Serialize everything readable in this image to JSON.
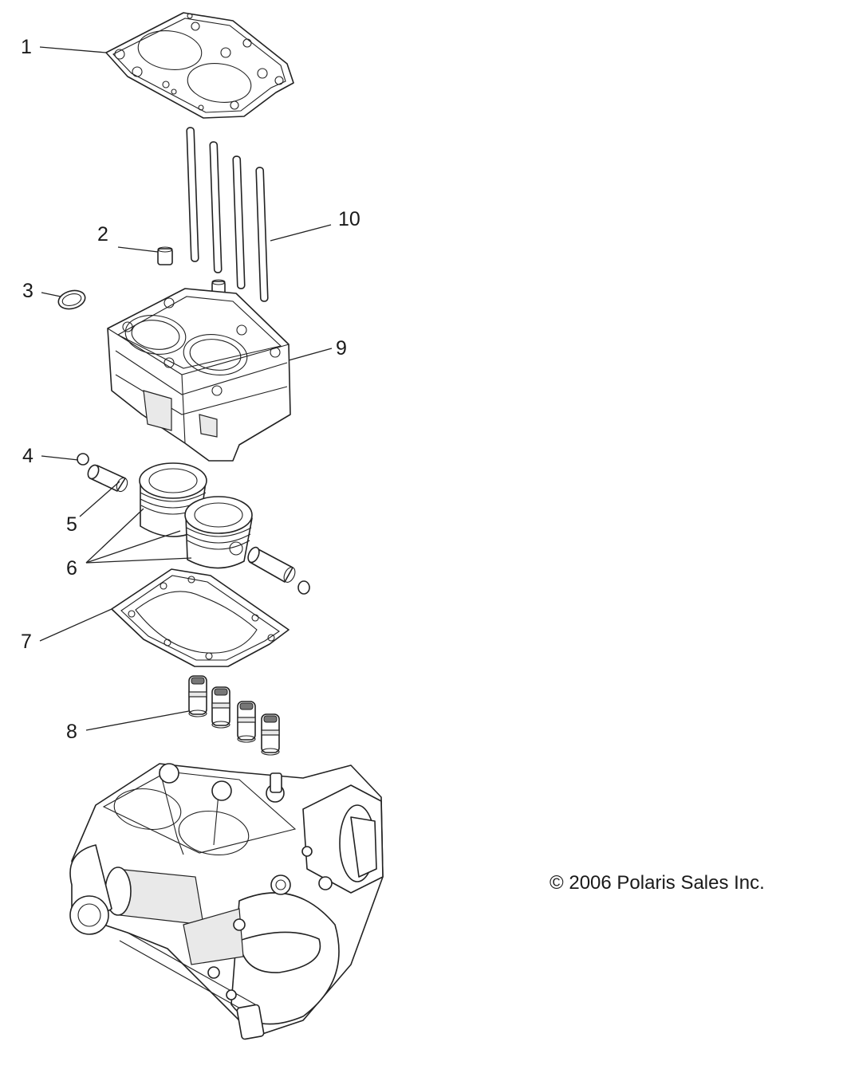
{
  "callouts": [
    {
      "id": "1",
      "label": "1"
    },
    {
      "id": "2",
      "label": "2"
    },
    {
      "id": "3",
      "label": "3"
    },
    {
      "id": "4",
      "label": "4"
    },
    {
      "id": "5",
      "label": "5"
    },
    {
      "id": "6",
      "label": "6"
    },
    {
      "id": "7",
      "label": "7"
    },
    {
      "id": "8",
      "label": "8"
    },
    {
      "id": "9",
      "label": "9"
    },
    {
      "id": "10",
      "label": "10"
    }
  ],
  "copyright": "© 2006 Polaris Sales Inc."
}
